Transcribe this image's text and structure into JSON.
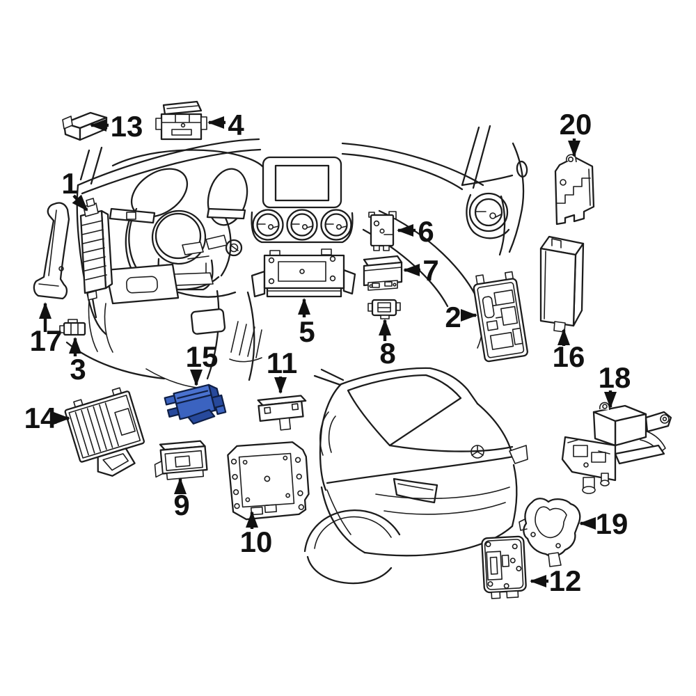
{
  "diagram": {
    "type": "vehicle-parts-diagram",
    "subject": "dashboard-and-rear-body-control-modules",
    "background": "#ffffff",
    "line_color": "#1c1c1c",
    "label_color": "#111111",
    "highlight_colors": {
      "top": "#4a72cf",
      "face": "#3b63c0",
      "side": "#27499c",
      "outline": "#0f1f45"
    },
    "parts": [
      {
        "number": "1",
        "highlighted": false
      },
      {
        "number": "2",
        "highlighted": false
      },
      {
        "number": "3",
        "highlighted": false
      },
      {
        "number": "4",
        "highlighted": false
      },
      {
        "number": "5",
        "highlighted": false
      },
      {
        "number": "6",
        "highlighted": false
      },
      {
        "number": "7",
        "highlighted": false
      },
      {
        "number": "8",
        "highlighted": false
      },
      {
        "number": "9",
        "highlighted": false
      },
      {
        "number": "10",
        "highlighted": false
      },
      {
        "number": "11",
        "highlighted": false
      },
      {
        "number": "12",
        "highlighted": false
      },
      {
        "number": "13",
        "highlighted": false
      },
      {
        "number": "14",
        "highlighted": false
      },
      {
        "number": "15",
        "highlighted": true
      },
      {
        "number": "16",
        "highlighted": false
      },
      {
        "number": "17",
        "highlighted": false
      },
      {
        "number": "18",
        "highlighted": false
      },
      {
        "number": "19",
        "highlighted": false
      },
      {
        "number": "20",
        "highlighted": false
      }
    ]
  }
}
